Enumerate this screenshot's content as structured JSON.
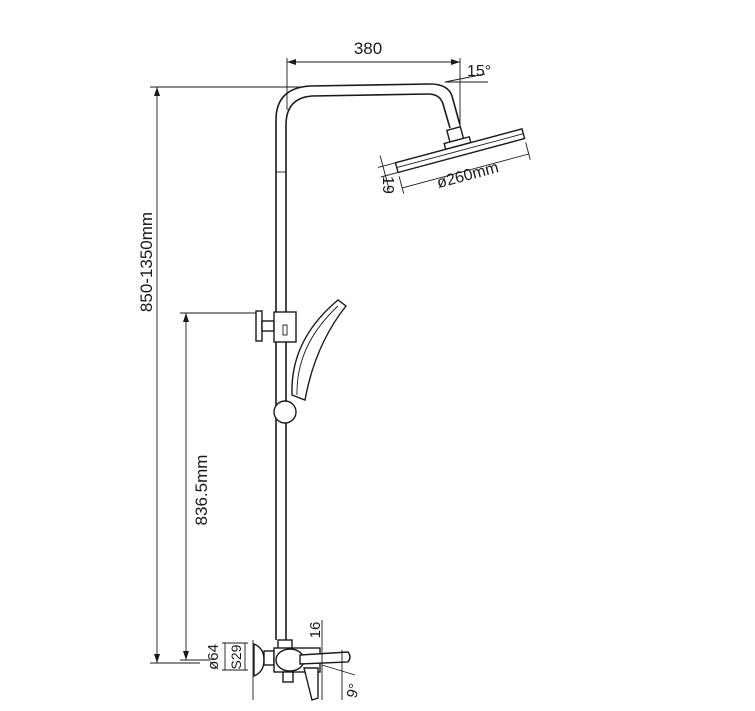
{
  "dimensions": {
    "arm_length": "380",
    "head_angle": "15°",
    "head_thickness": "19",
    "head_diameter": "ø260mm",
    "total_height": "850-1350mm",
    "handshower_holder_height": "836.5mm",
    "escutcheon_diameter": "ø64",
    "inlet_thread": "S29",
    "spout_dimension": "16",
    "spout_angle": "9°"
  }
}
